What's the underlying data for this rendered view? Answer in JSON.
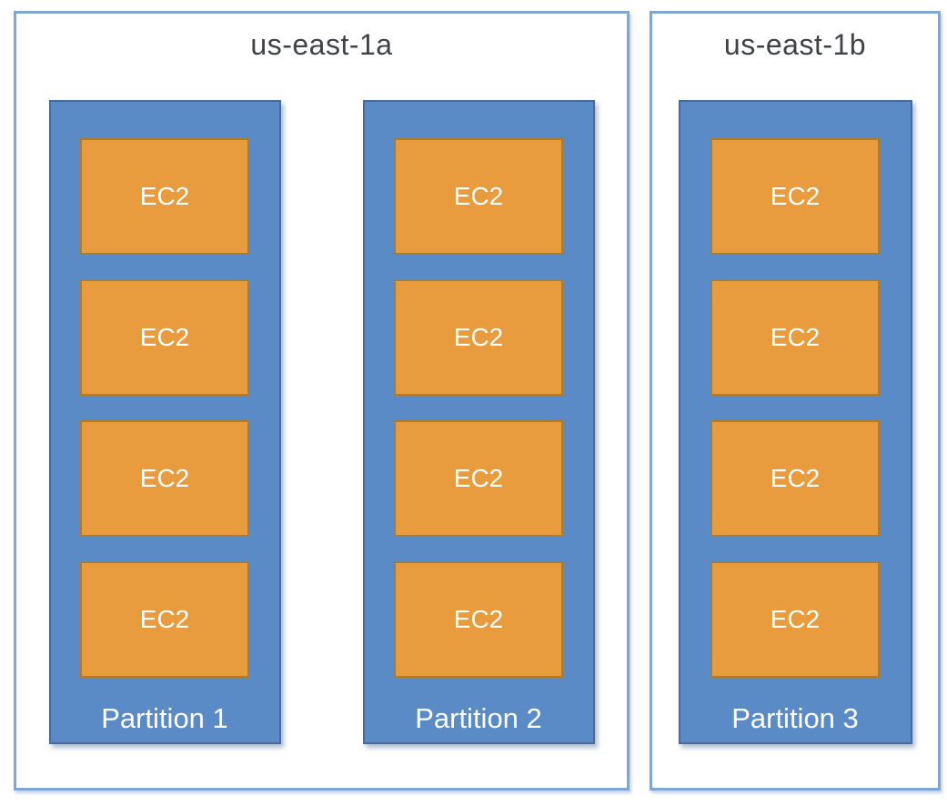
{
  "zones": [
    {
      "title": "us-east-1a",
      "partitions": [
        {
          "label": "Partition 1",
          "instances": [
            "EC2",
            "EC2",
            "EC2",
            "EC2"
          ]
        },
        {
          "label": "Partition 2",
          "instances": [
            "EC2",
            "EC2",
            "EC2",
            "EC2"
          ]
        }
      ]
    },
    {
      "title": "us-east-1b",
      "partitions": [
        {
          "label": "Partition 3",
          "instances": [
            "EC2",
            "EC2",
            "EC2",
            "EC2"
          ]
        }
      ]
    }
  ],
  "colors": {
    "zone_border": "#7ea7d8",
    "partition_fill": "#5b8bc6",
    "partition_border": "#466a9e",
    "instance_fill": "#e89c3e",
    "instance_border": "#b07b26",
    "zone_title_text": "#3f4347",
    "partition_label_text": "#ffffff",
    "instance_label_text": "#ffffff"
  }
}
